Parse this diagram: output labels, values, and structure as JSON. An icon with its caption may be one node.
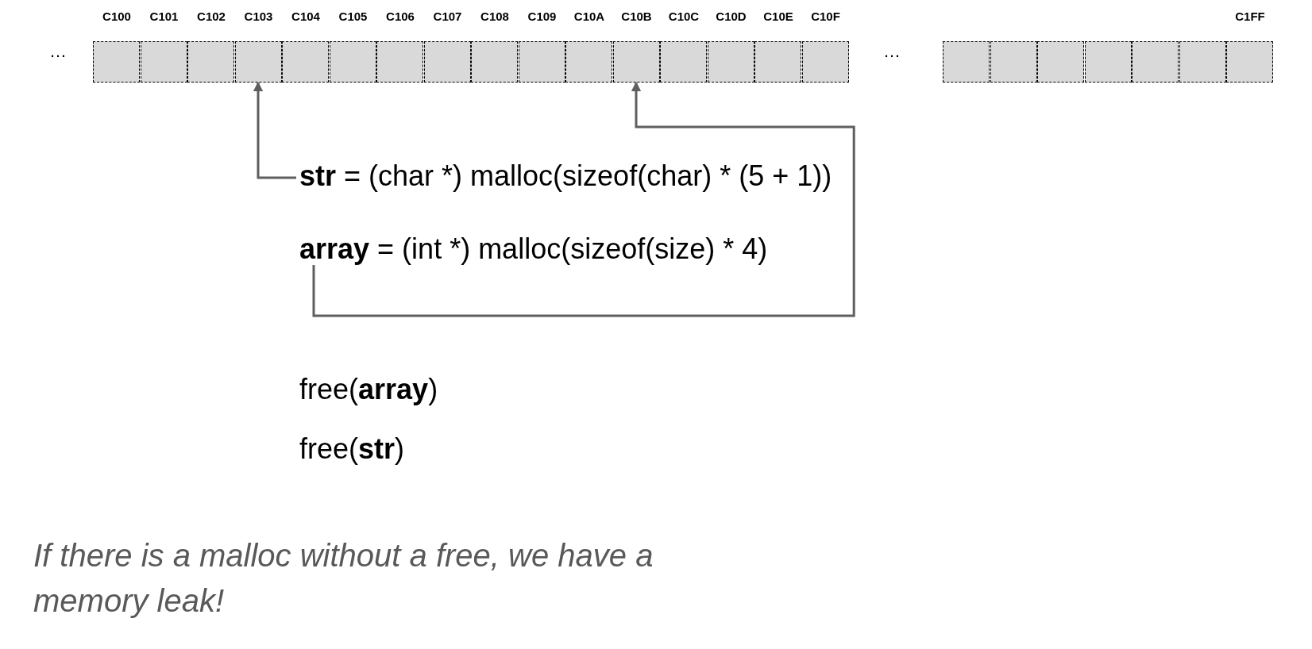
{
  "diagram": {
    "caption": "If there is a malloc without a free, we have a memory leak!",
    "nodes": [
      {
        "text": [
          "C100"
        ]
      },
      {
        "text": [
          "C101"
        ]
      },
      {
        "text": [
          "C102"
        ]
      },
      {
        "text": [
          "C103"
        ]
      },
      {
        "text": [
          "C104"
        ]
      },
      {
        "text": [
          "C105"
        ]
      },
      {
        "text": [
          "C106"
        ]
      },
      {
        "text": [
          "C107"
        ]
      },
      {
        "text": [
          "C108"
        ]
      },
      {
        "text": [
          "C109"
        ]
      },
      {
        "text": [
          "C10A"
        ]
      },
      {
        "text": [
          "C10B"
        ]
      },
      {
        "text": [
          "C10C"
        ]
      },
      {
        "text": [
          "C10D"
        ]
      },
      {
        "text": [
          "C10E"
        ]
      },
      {
        "text": [
          "C10F"
        ]
      },
      {
        "text": [],
        "shape": "box"
      },
      {
        "text": [],
        "shape": "box"
      },
      {
        "text": [],
        "shape": "box"
      },
      {
        "text": [],
        "shape": "box"
      },
      {
        "text": [],
        "shape": "box"
      },
      {
        "text": [],
        "shape": "box"
      },
      {
        "text": [
          "C1FF"
        ]
      },
      {
        "text": [
          "**str** = (char *) malloc(sizeof(char) * (5 + 1))"
        ]
      },
      {
        "text": [
          "**array** = (int *) malloc(sizeof(size) * 4)"
        ]
      }
    ],
    "edges": [
      {
        "from": 23,
        "to": 3,
        "arrow": "to"
      },
      {
        "from": 24,
        "to": 11,
        "arrow": "to"
      }
    ],
    "labels": [
      "…",
      "…",
      "free(**array**)",
      "free(**str**)"
    ]
  }
}
